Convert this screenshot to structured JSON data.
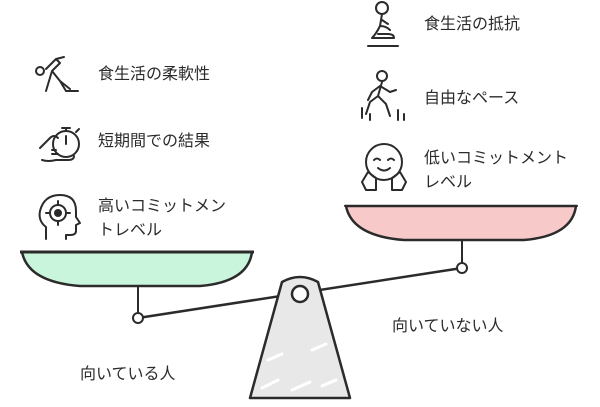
{
  "left": {
    "items": [
      {
        "icon": "yoga-pose-icon",
        "text": "食生活の柔軟性"
      },
      {
        "icon": "stopwatch-hand-icon",
        "text": "短期間での結果"
      },
      {
        "icon": "head-target-icon",
        "text": "高いコミットメントレベル"
      }
    ],
    "caption": "向いている人",
    "color": "#c8f5dc"
  },
  "right": {
    "items": [
      {
        "icon": "meditation-icon",
        "text": "食生活の抵抗"
      },
      {
        "icon": "walking-person-icon",
        "text": "自由なペース"
      },
      {
        "icon": "relaxed-face-icon",
        "text": "低いコミットメントレベル"
      }
    ],
    "caption": "向いていない人",
    "color": "#f8c9c9"
  },
  "colors": {
    "stroke": "#2b2b2b",
    "fulcrum": "#e8e8e8"
  }
}
